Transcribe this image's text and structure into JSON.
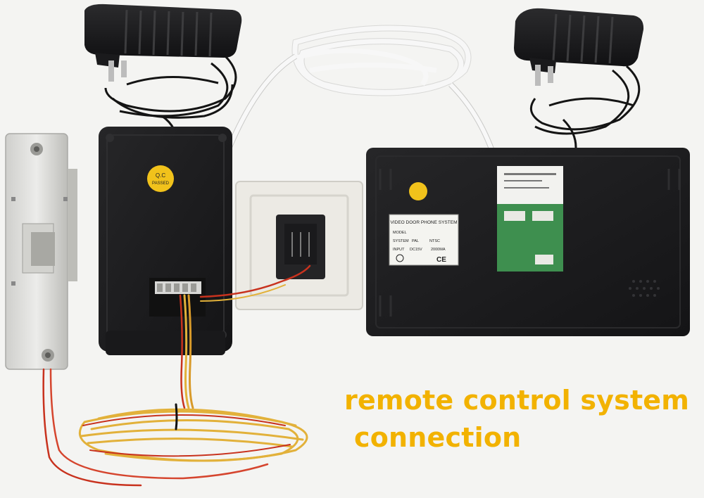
{
  "caption": {
    "line1": "remote control system",
    "line2": "connection",
    "color": "#f2b200"
  },
  "monitor_label": {
    "title": "VIDEO DOOR PHONE SYSTEM",
    "model_label": "MODEL",
    "system_label": "SYSTEM",
    "system_pal": "PAL",
    "system_ntsc": "NTSC",
    "input_label": "INPUT",
    "input_value": "DC15V",
    "current_value": "2000MA",
    "ce_mark": "CE"
  },
  "qc_sticker": {
    "line1": "Q.C",
    "line2": "PASSED"
  },
  "colors": {
    "device_black": "#1c1c1e",
    "white_cable": "#f7f7f7",
    "wire_yellow": "#e2b13a",
    "wire_red": "#c8321e",
    "lock_metal": "#d9d9d6",
    "plate_white": "#eceae4"
  }
}
